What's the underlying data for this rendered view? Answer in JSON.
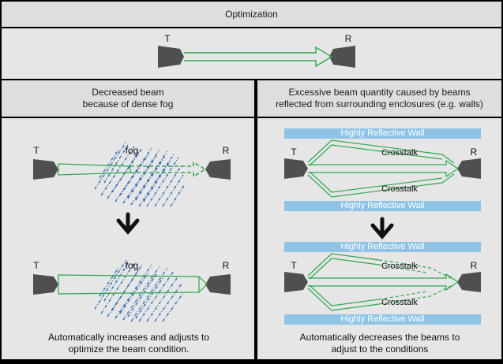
{
  "top": {
    "title": "Optimization",
    "label_t": "T",
    "label_r": "R"
  },
  "left": {
    "header_line1": "Decreased beam",
    "header_line2": "because of dense fog",
    "fog_label": "fog",
    "label_t": "T",
    "label_r": "R",
    "caption_line1": "Automatically increases and adjusts to",
    "caption_line2": "optimize the beam condition."
  },
  "right": {
    "header_line1": "Excessive beam quantity caused by beams",
    "header_line2": "reflected from surrounding enclosures (e.g. walls)",
    "wall_label": "Highly Reflective Wall",
    "crosstalk_label": "Crosstalk",
    "label_t": "T",
    "label_r": "R",
    "caption_line1": "Automatically decreases the beams to",
    "caption_line2": "adjust to the conditions"
  },
  "colors": {
    "beam": "#2fa84f",
    "wall": "#8fc4e6",
    "device": "#4f4f4f",
    "fog": "#2f6db3"
  }
}
